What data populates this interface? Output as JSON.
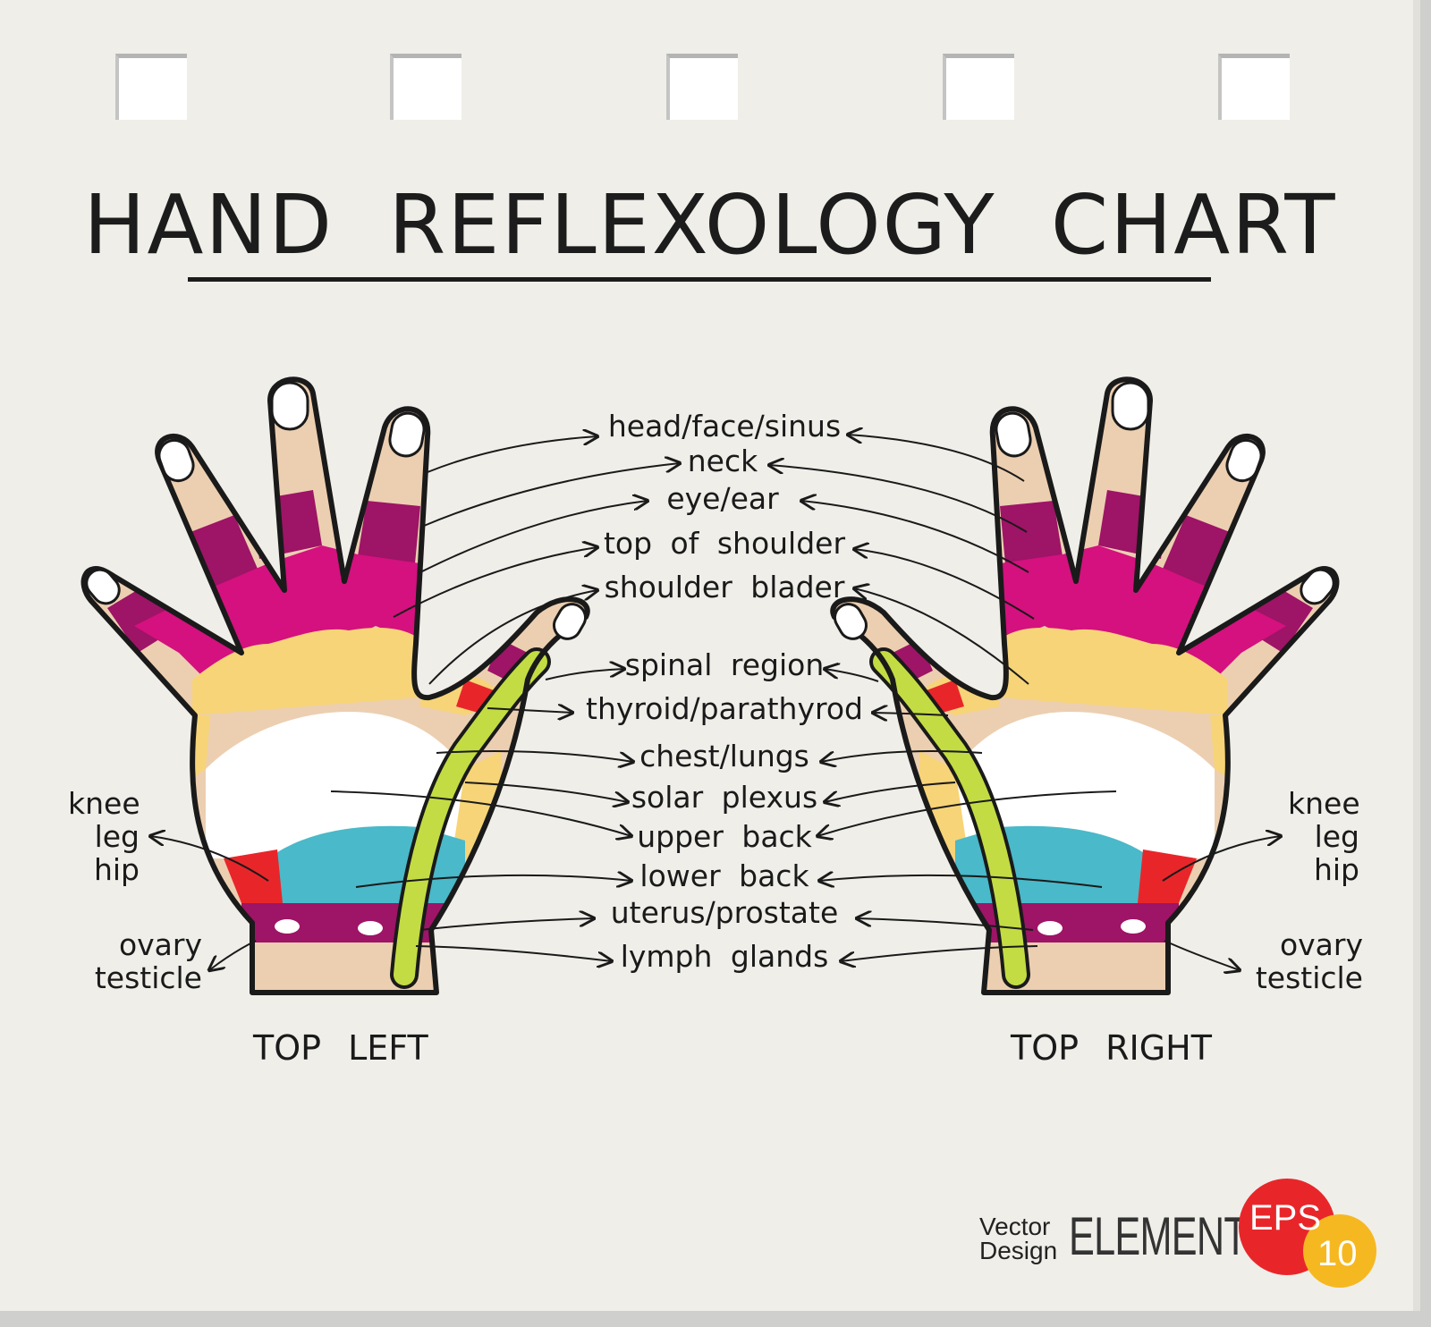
{
  "title": "HAND REFLEXOLOGY CHART",
  "center_labels": [
    "head/face/sinus",
    "neck",
    "eye/ear",
    "top of shoulder",
    "shoulder blader",
    "spinal region",
    "thyroid/parathyrod",
    "chest/lungs",
    "solar plexus",
    "upper back",
    "lower back",
    "uterus/prostate",
    "lymph glands"
  ],
  "left_side": {
    "knee_leg_hip": "knee\nleg\nhip",
    "ovary_testicle": "ovary\ntesticle"
  },
  "right_side": {
    "knee_leg_hip": "knee\nleg\nhip",
    "ovary_testicle": "ovary\ntesticle"
  },
  "captions": {
    "left": "TOP LEFT",
    "right": "TOP RIGHT"
  },
  "logo": {
    "line1": "Vector",
    "line2": "Design",
    "element": "ELEMENT",
    "eps": "EPS",
    "version": "10"
  },
  "colors": {
    "background": "#efeee9",
    "magenta": "#d4117e",
    "dark_magenta": "#9e1466",
    "yellow": "#f7d478",
    "cyan": "#4ab9c9",
    "red": "#e8262a",
    "green": "#c3dc43",
    "skin": "#eccfb1"
  }
}
